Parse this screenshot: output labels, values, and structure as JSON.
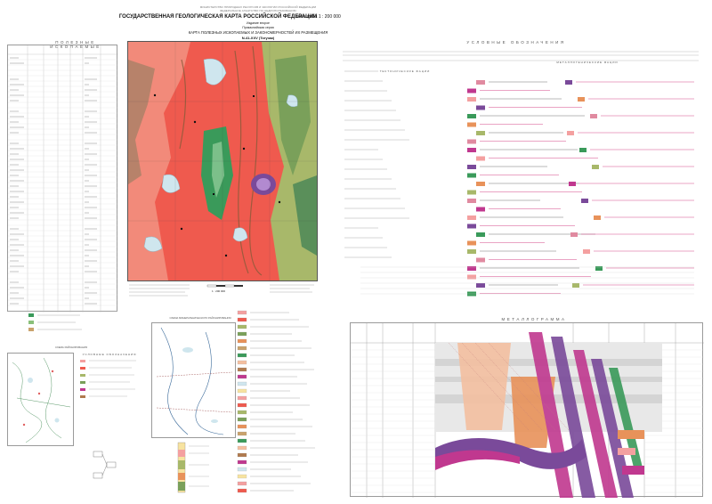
{
  "header": {
    "ministry_line1": "МИНИСТЕРСТВО ПРИРОДНЫХ РЕСУРСОВ И ЭКОЛОГИИ РОССИЙСКОЙ ФЕДЕРАЦИИ",
    "ministry_line2": "ФЕДЕРАЛЬНОЕ АГЕНТСТВО ПО НЕДРОПОЛЬЗОВАНИЮ",
    "title": "ГОСУДАРСТВЕННАЯ ГЕОЛОГИЧЕСКАЯ КАРТА РОССИЙСКОЙ ФЕДЕРАЦИИ",
    "scale": "масштаба 1 : 200 000",
    "edition": "Издание второе",
    "series": "Прикаспийская серия",
    "map_title": "КАРТА ПОЛЕЗНЫХ ИСКОПАЕМЫХ И ЗАКОНОМЕРНОСТЕЙ ИХ РАЗМЕЩЕНИЯ",
    "sheet": "N-41-XXV (Тогузак)"
  },
  "sections": {
    "left_legend": "ПОЛЕЗНЫЕ ИСКОПАЕМЫЕ",
    "right_top": "УСЛОВНЫЕ ОБОЗНАЧЕНИЯ",
    "right_top_sub_left": "ТЕКТОНИЧЕСКИЕ ФАЦИИ",
    "right_top_sub_mid": "МЕТАЛЛОГЕНИЧЕСКИЕ ФАЦИИ",
    "right_bottom": "МЕТАЛЛОГРАММА",
    "inset1_title": "СХЕМА РАЙОНИРОВАНИЯ",
    "inset2_title": "СХЕМА МИНЕРАГЕНИЧЕСКОГО РАЙОНИРОВАНИЯ",
    "inset_legend_title": "УСЛОВНЫЕ ОБОЗНАЧЕНИЯ",
    "scale_bar": "1 : 200 000"
  },
  "colors": {
    "map_red": "#ef5a4e",
    "map_pink": "#f4a0a0",
    "map_green": "#3a9a5a",
    "map_olive": "#a8b86a",
    "map_brown": "#b07a4e",
    "map_lake": "#cfe6ee",
    "magenta": "#c0388f",
    "purple": "#7a4a9a",
    "orange": "#e8925a"
  },
  "icons": [
    "compass-rose-icon",
    "mineral-symbol-icon",
    "lake-icon"
  ]
}
